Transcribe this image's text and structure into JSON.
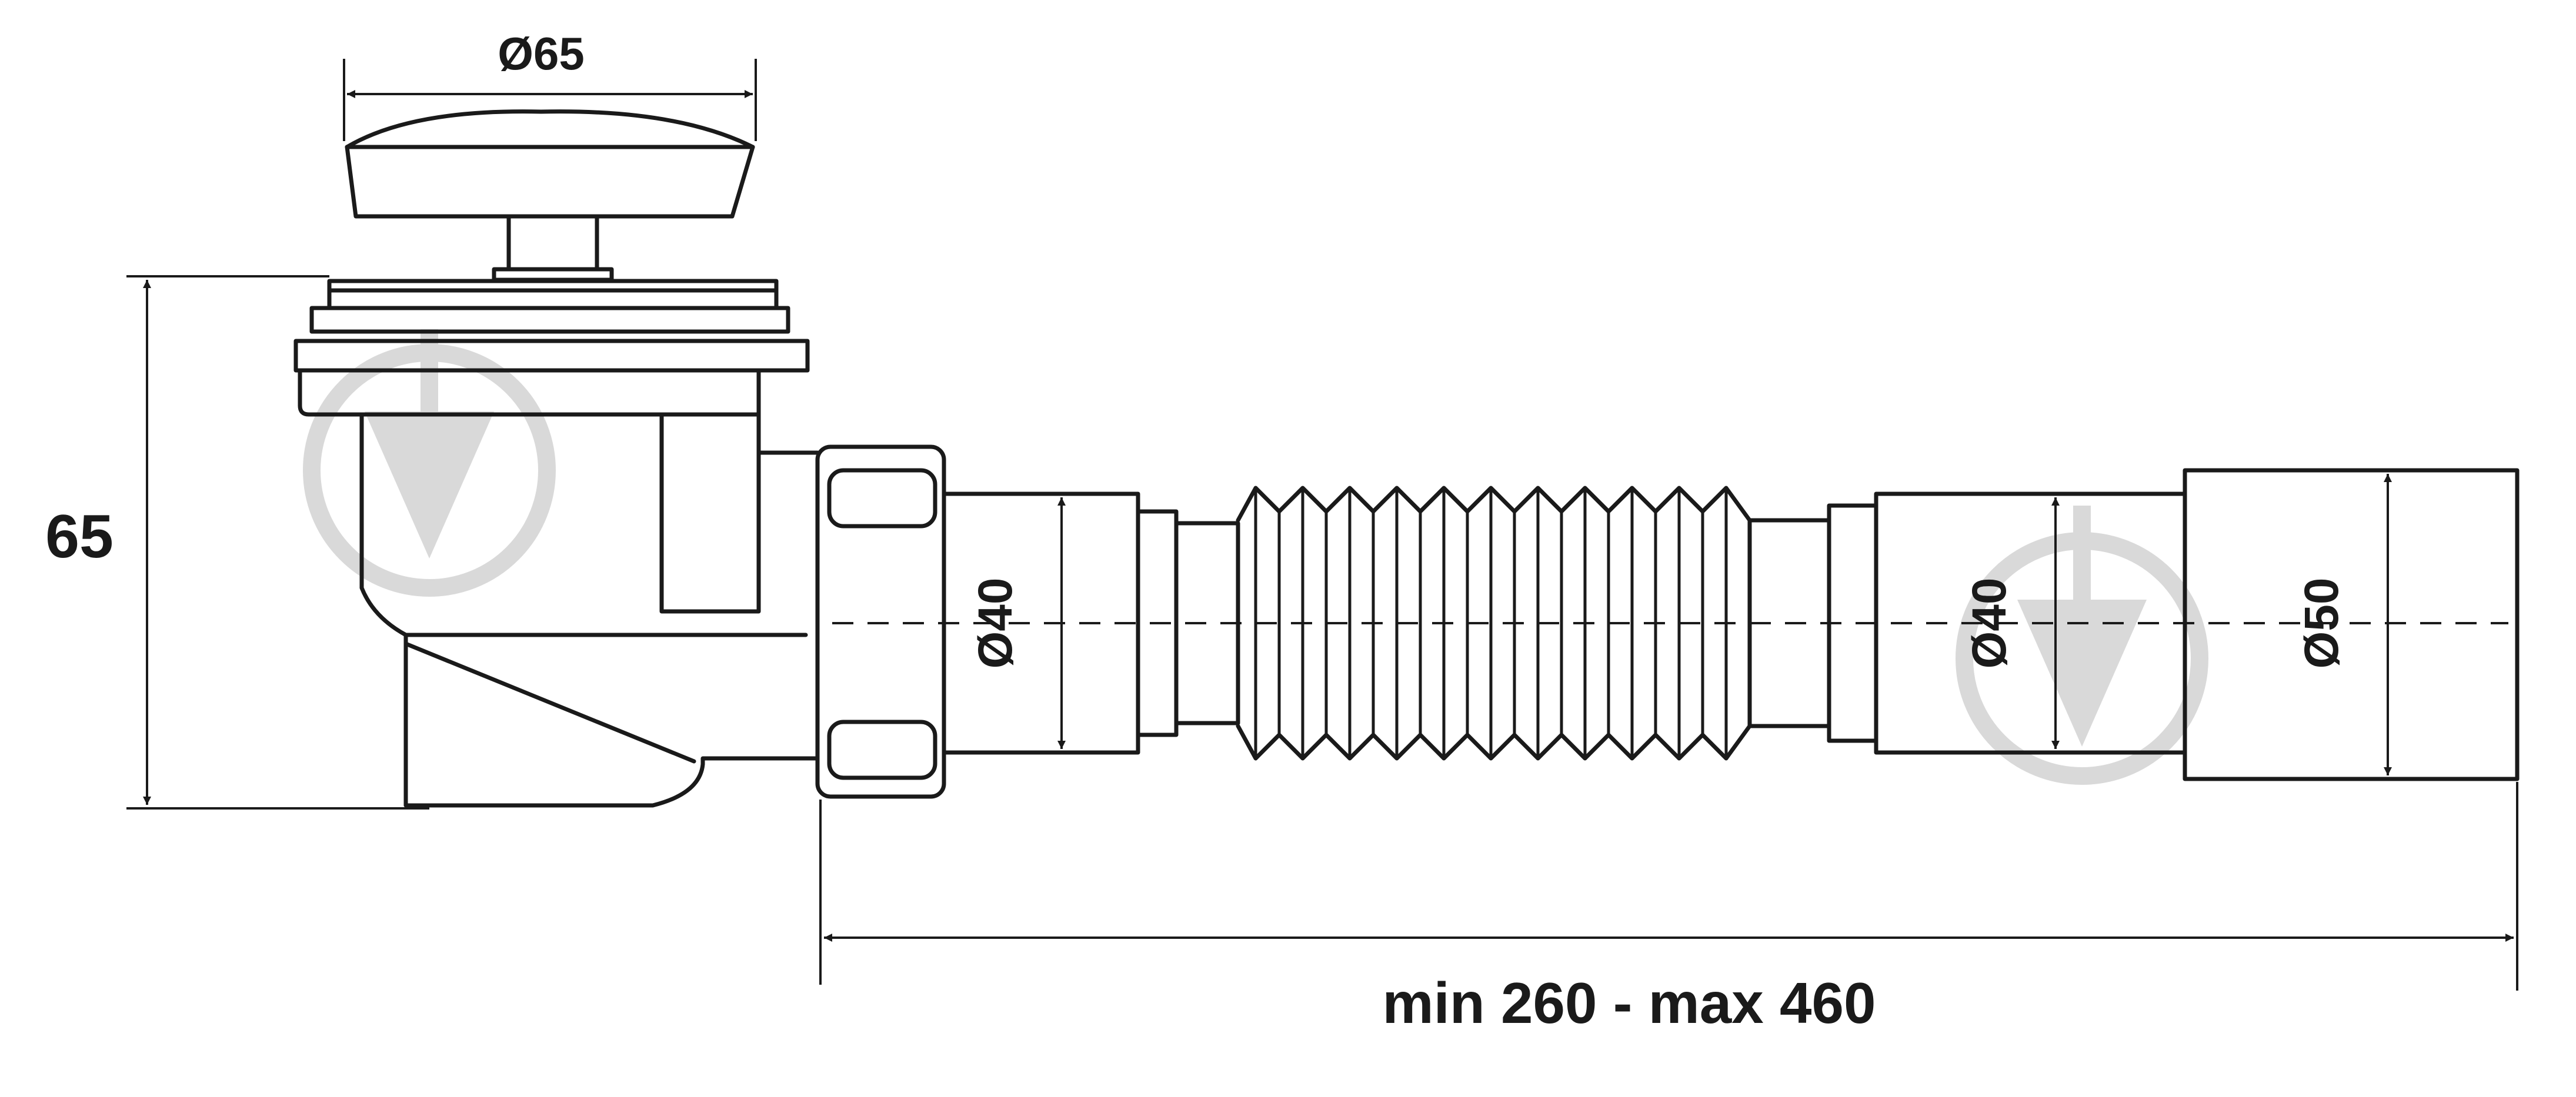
{
  "dimensions": {
    "cap_diameter": "Ø65",
    "body_height": "65",
    "pipe_diameter_left": "Ø40",
    "pipe_diameter_right": "Ø40",
    "outlet_diameter": "Ø50",
    "length_range": "min 260 - max 460"
  },
  "colors": {
    "line": "#1a1a1a",
    "watermark": "#d9d9d9",
    "background": "#ffffff"
  },
  "icons": [
    "arrow-head-icon",
    "watermark-drop-icon"
  ]
}
